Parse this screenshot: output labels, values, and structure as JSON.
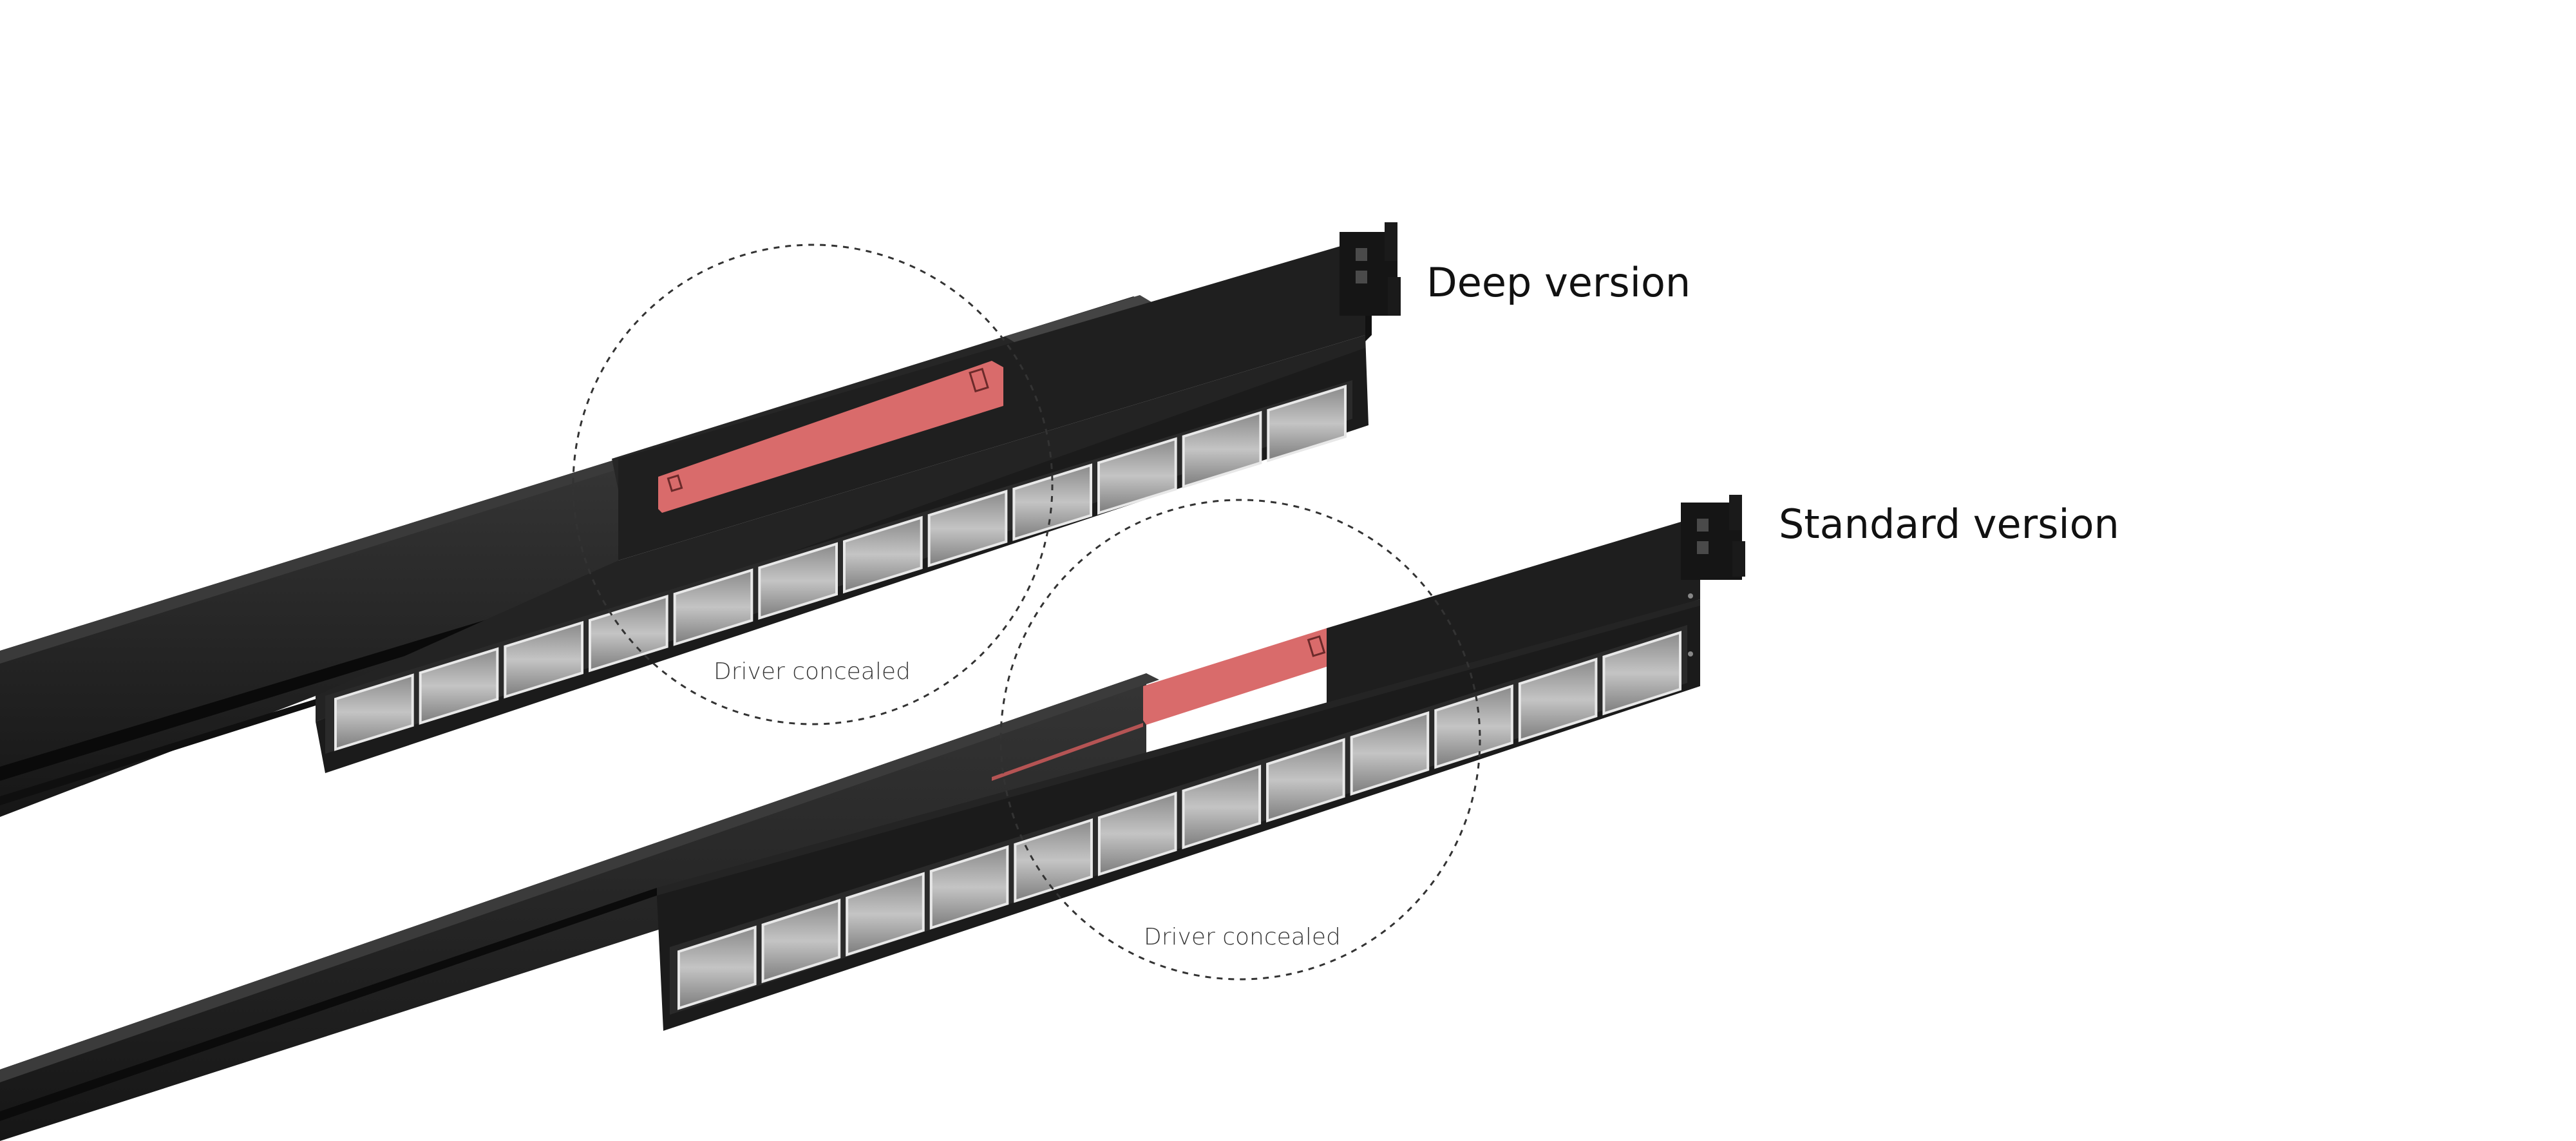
{
  "products": {
    "deep": {
      "label": "Deep version",
      "callout": "Driver concealed"
    },
    "standard": {
      "label": "Standard version",
      "callout": "Driver concealed"
    }
  },
  "colors": {
    "background": "#ffffff",
    "housing": "#1e1e1e",
    "housing_top": "#2c2c2c",
    "housing_edge": "#0c0c0c",
    "driver_highlight": "#d96b6b",
    "lens_cell": "#a3a3a3",
    "callout_circle": "#333333"
  }
}
